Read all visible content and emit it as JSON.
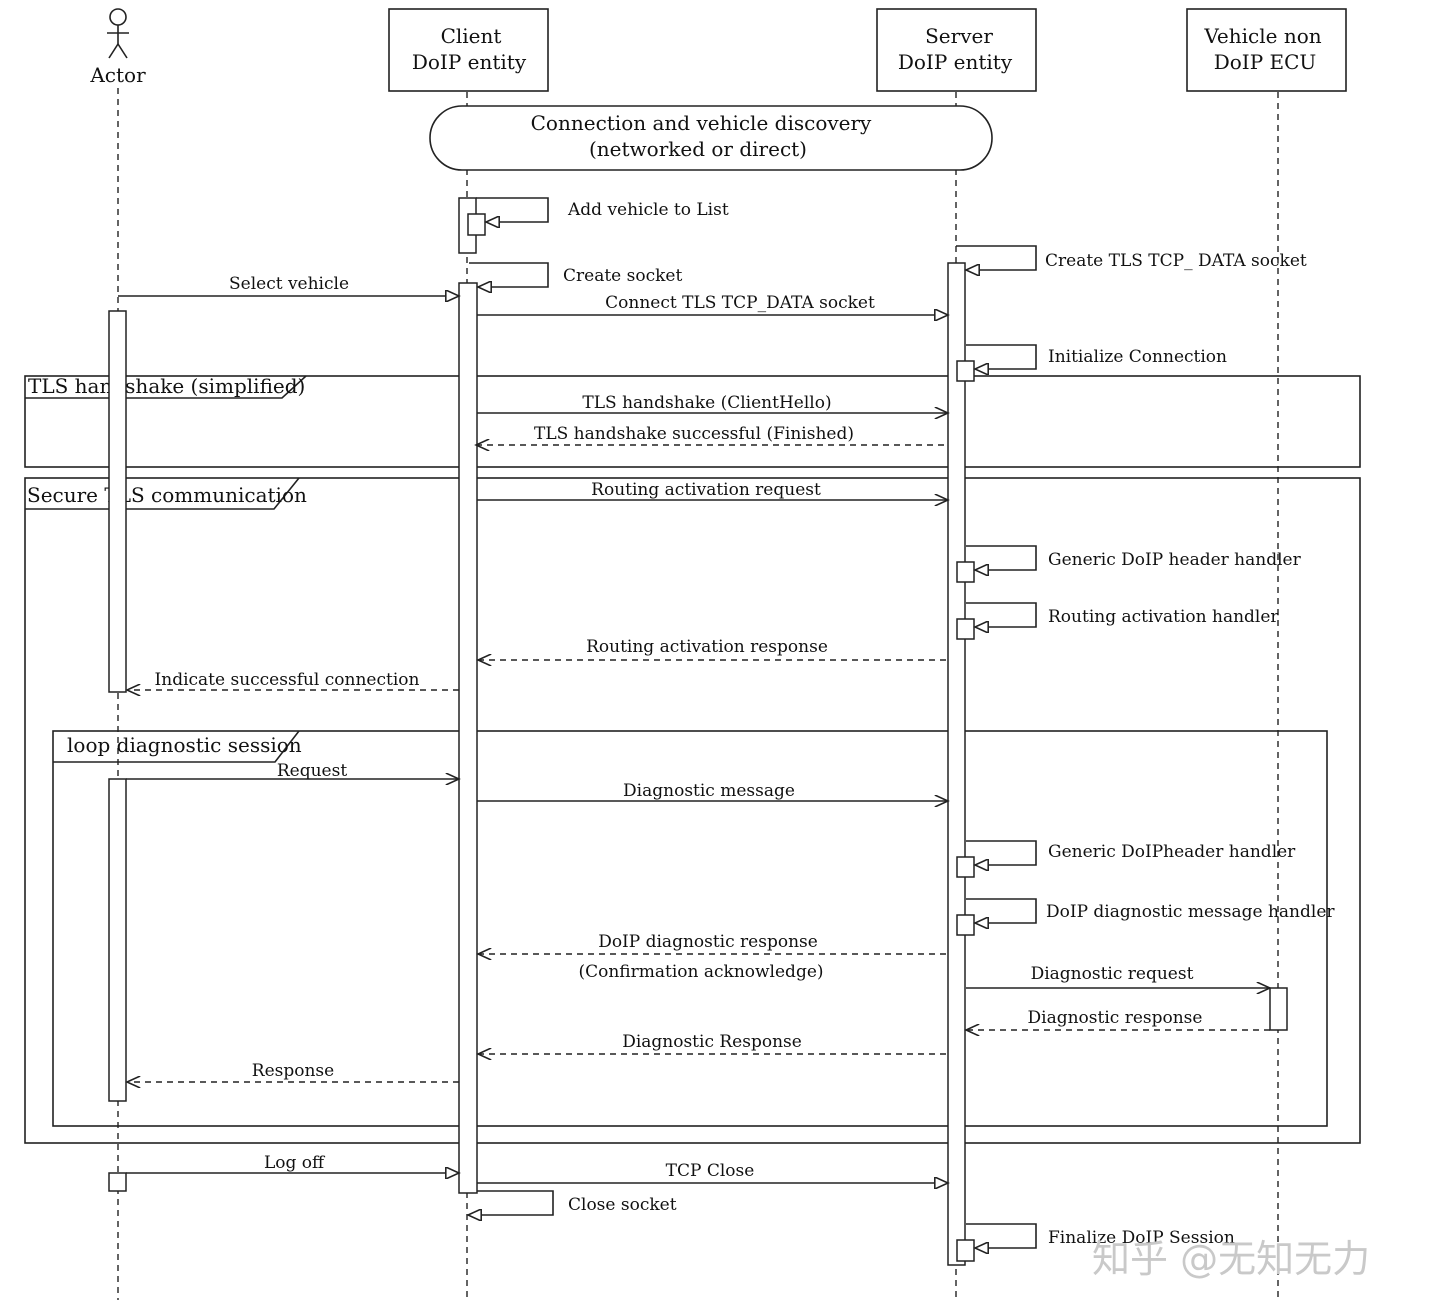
{
  "participants": {
    "actor": "Actor",
    "client": [
      "Client",
      "DoIP entity"
    ],
    "server": [
      "Server",
      "DoIP entity"
    ],
    "ecu": [
      "Vehicle non",
      "DoIP ECU"
    ]
  },
  "discovery": [
    "Connection and vehicle discovery",
    "(networked or direct)"
  ],
  "frames": {
    "tls_handshake": "TLS handshake (simplified)",
    "secure": "Secure TLS communication",
    "loop": "loop diagnostic session"
  },
  "messages": {
    "add_vehicle": "Add vehicle to List",
    "create_socket": "Create socket",
    "select_vehicle": "Select vehicle",
    "create_tls_socket": "Create TLS TCP_ DATA socket",
    "connect_tls": "Connect TLS TCP_DATA socket",
    "init_connection": "Initialize Connection",
    "client_hello": "TLS handshake (ClientHello)",
    "finished": "TLS handshake successful (Finished)",
    "routing_req": "Routing activation request",
    "generic_header_1": "Generic DoIP header handler",
    "routing_handler": "Routing activation handler",
    "routing_resp": "Routing activation response",
    "indicate": "Indicate successful connection",
    "request": "Request",
    "diag_message": "Diagnostic message",
    "generic_header_2": "Generic DoIPheader handler",
    "diag_msg_handler": "DoIP diagnostic message handler",
    "doip_diag_resp": "DoIP diagnostic response",
    "confirmation": "(Confirmation acknowledge)",
    "diag_request": "Diagnostic request",
    "diag_response_ecu": "Diagnostic response",
    "diag_response": "Diagnostic Response",
    "response": "Response",
    "log_off": "Log off",
    "tcp_close": "TCP Close",
    "close_socket": "Close socket",
    "finalize": "Finalize DoIP Session"
  },
  "watermark": "知乎 @无知无力"
}
